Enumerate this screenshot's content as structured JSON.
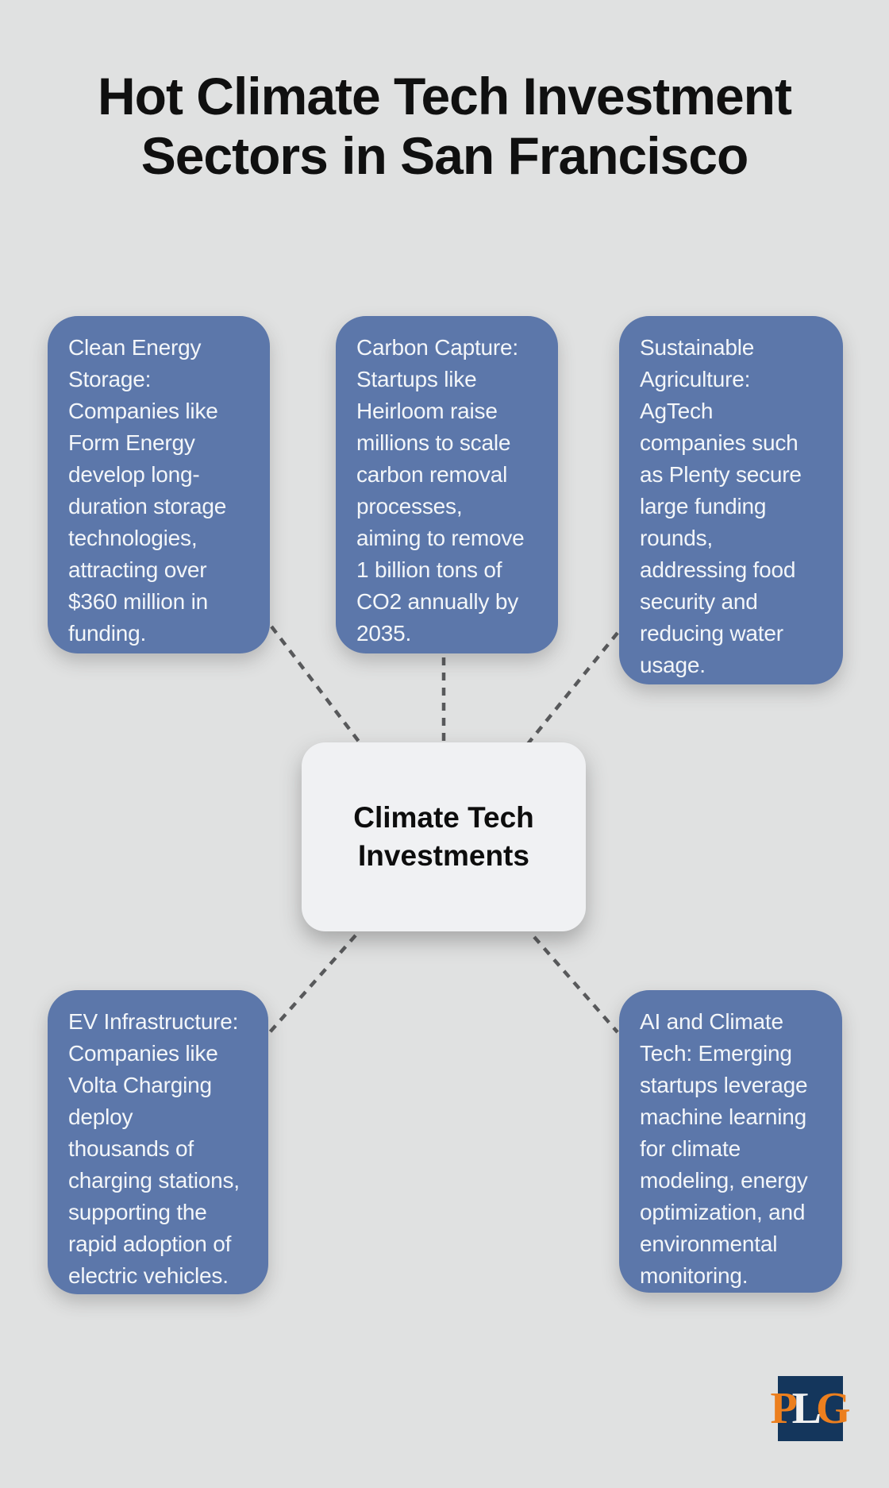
{
  "title": {
    "lines": [
      "Hot Climate Tech Investment",
      "Sectors in San Francisco"
    ]
  },
  "center": {
    "lines": [
      "Climate Tech",
      "Investments"
    ]
  },
  "nodes": [
    {
      "id": "clean-energy-storage",
      "lines": [
        "Clean Energy",
        "Storage:",
        "Companies like",
        "Form Energy",
        "develop long-",
        "duration storage",
        "technologies,",
        "attracting over",
        "$360 million in",
        "funding."
      ]
    },
    {
      "id": "carbon-capture",
      "lines": [
        "Carbon Capture:",
        "Startups like",
        "Heirloom raise",
        "millions to scale",
        "carbon removal",
        "processes,",
        "aiming to remove",
        "1 billion tons of",
        "CO2 annually by",
        "2035."
      ]
    },
    {
      "id": "sustainable-agriculture",
      "lines": [
        "Sustainable",
        "Agriculture:",
        "AgTech",
        "companies such",
        "as Plenty secure",
        "large funding",
        "rounds,",
        "addressing food",
        "security and",
        "reducing water",
        "usage."
      ]
    },
    {
      "id": "ev-infrastructure",
      "lines": [
        "EV Infrastructure:",
        "Companies like",
        "Volta Charging",
        "deploy",
        "thousands of",
        "charging stations,",
        "supporting the",
        "rapid adoption of",
        "electric vehicles."
      ]
    },
    {
      "id": "ai-and-climate-tech",
      "lines": [
        "AI and Climate",
        "Tech: Emerging",
        "startups leverage",
        "machine learning",
        "for climate",
        "modeling, energy",
        "optimization, and",
        "environmental",
        "monitoring."
      ]
    }
  ],
  "logo": {
    "letters": [
      "P",
      "L",
      "G"
    ]
  },
  "colors": {
    "background": "#e0e1e1",
    "node_fill": "#5c77aa",
    "node_text": "#f3f6f9",
    "center_fill": "#f0f1f3",
    "title_text": "#101010",
    "connector": "#58595b",
    "logo_background": "#14365c",
    "logo_orange": "#ec7f1e",
    "logo_white": "#f2f2f2"
  }
}
